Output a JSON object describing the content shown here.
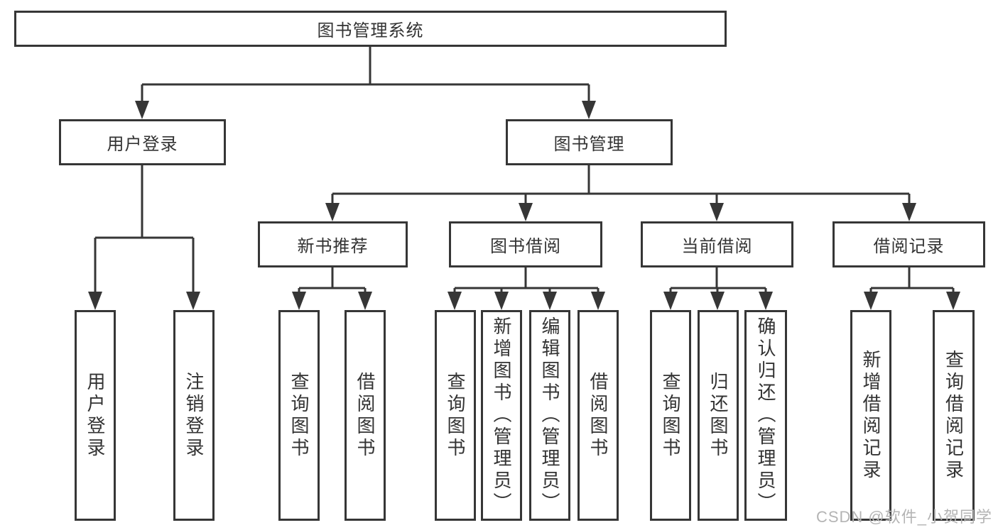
{
  "style": {
    "line_color": "#363636",
    "text_color": "#333333",
    "watermark_color": "#b4b4b4",
    "background_color": "#ffffff"
  },
  "watermark": {
    "text": "CSDN @软件_小贺同学"
  },
  "tree": {
    "root": "图书管理系统",
    "children": [
      {
        "label": "用户登录",
        "children": [
          {
            "label": "用户登录"
          },
          {
            "label": "注销登录"
          }
        ]
      },
      {
        "label": "图书管理",
        "children": [
          {
            "label": "新书推荐",
            "children": [
              {
                "label": "查询图书"
              },
              {
                "label": "借阅图书"
              }
            ]
          },
          {
            "label": "图书借阅",
            "children": [
              {
                "label": "查询图书"
              },
              {
                "label": "新增图书（管理员）"
              },
              {
                "label": "编辑图书（管理员）"
              },
              {
                "label": "借阅图书"
              }
            ]
          },
          {
            "label": "当前借阅",
            "children": [
              {
                "label": "查询图书"
              },
              {
                "label": "归还图书"
              },
              {
                "label": "确认归还（管理员）"
              }
            ]
          },
          {
            "label": "借阅记录",
            "children": [
              {
                "label": "新增借阅记录"
              },
              {
                "label": "查询借阅记录"
              }
            ]
          }
        ]
      }
    ]
  }
}
